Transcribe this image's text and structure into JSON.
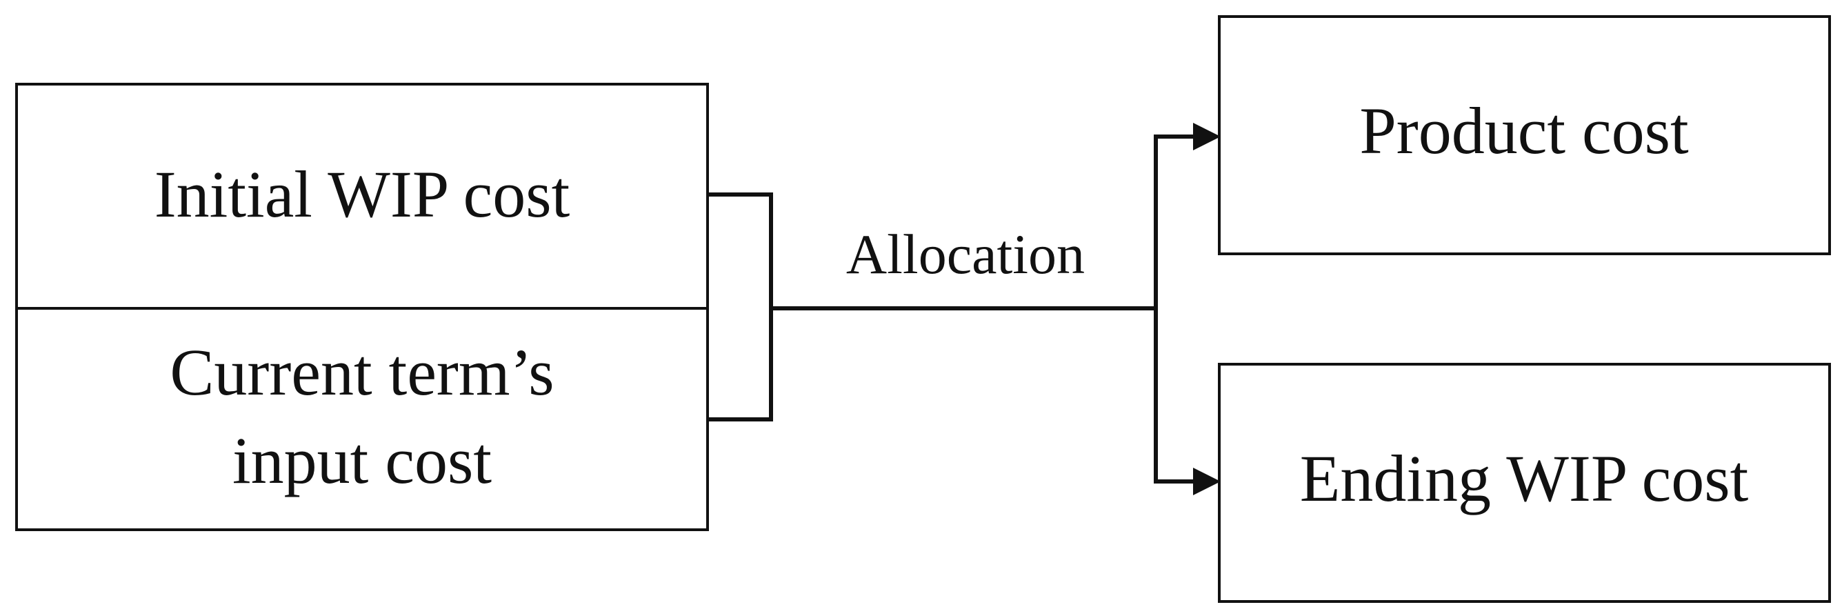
{
  "diagram": {
    "left_box": {
      "top_label": "Initial WIP cost",
      "bottom_label_line1": "Current term’s",
      "bottom_label_line2": "input cost"
    },
    "edge_label": "Allocation",
    "right_top_label": "Product cost",
    "right_bottom_label": "Ending WIP cost"
  }
}
